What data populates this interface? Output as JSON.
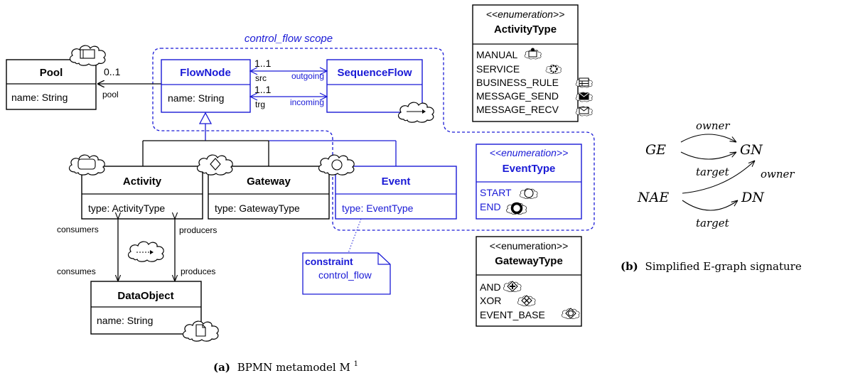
{
  "colors": {
    "blue": "#1a1ad6",
    "black": "#000000"
  },
  "scope_label": "control_flow scope",
  "classes": {
    "pool": {
      "name": "Pool",
      "attr": "name: String"
    },
    "flownode": {
      "name": "FlowNode",
      "attr": "name: String"
    },
    "sequenceflow": {
      "name": "SequenceFlow"
    },
    "activity": {
      "name": "Activity",
      "attr": "type: ActivityType"
    },
    "gateway": {
      "name": "Gateway",
      "attr": "type: GatewayType"
    },
    "event": {
      "name": "Event",
      "attr": "type: EventType"
    },
    "dataobject": {
      "name": "DataObject",
      "attr": "name: String"
    }
  },
  "enums": {
    "activitytype": {
      "stereotype": "<<enumeration>>",
      "name": "ActivityType",
      "literals": [
        "MANUAL",
        "SERVICE",
        "BUSINESS_RULE",
        "MESSAGE_SEND",
        "MESSAGE_RECV"
      ]
    },
    "eventtype": {
      "stereotype": "<<enumeration>>",
      "name": "EventType",
      "literals": [
        "START",
        "END"
      ]
    },
    "gatewaytype": {
      "stereotype": "<<enumeration>>",
      "name": "GatewayType",
      "literals": [
        "AND",
        "XOR",
        "EVENT_BASE"
      ]
    }
  },
  "associations": {
    "pool_mult": "0..1",
    "pool_role": "pool",
    "src_mult": "1..1",
    "src_role": "src",
    "outgoing": "outgoing",
    "trg_mult": "1..1",
    "trg_role": "trg",
    "incoming": "incoming",
    "consumers": "consumers",
    "consumes": "consumes",
    "producers": "producers",
    "produces": "produces"
  },
  "constraint": {
    "keyword": "constraint",
    "name": "control_flow"
  },
  "caption_a": {
    "label": "(a)",
    "text": "BPMN metamodel M",
    "sup": "1"
  },
  "egraph": {
    "nodes": {
      "ge": "GE",
      "gn": "GN",
      "nae": "NAE",
      "dn": "DN"
    },
    "edges": {
      "owner1": "owner",
      "target1": "target",
      "owner2": "owner",
      "target2": "target"
    }
  },
  "caption_b": {
    "label": "(b)",
    "text": "Simplified E-graph signature"
  },
  "icons": [
    "pool-cloud-icon",
    "sequenceflow-cloud-icon",
    "activity-cloud-icon",
    "gateway-cloud-icon",
    "event-cloud-icon",
    "dataflow-cloud-icon",
    "dataobject-cloud-icon",
    "manual-task-icon",
    "service-task-icon",
    "business-rule-icon",
    "message-send-icon",
    "message-recv-icon",
    "start-event-icon",
    "end-event-icon",
    "and-gateway-icon",
    "xor-gateway-icon",
    "event-based-gateway-icon"
  ]
}
